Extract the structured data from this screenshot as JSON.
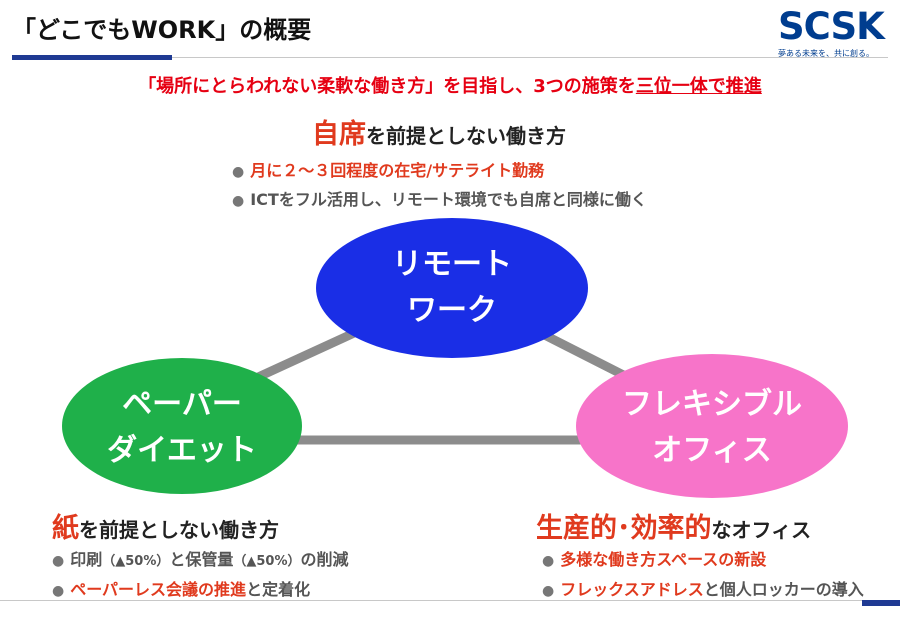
{
  "header": {
    "title": "「どこでもWORK」の概要",
    "logo_text": "SCSK",
    "logo_tagline": "夢ある未来を、共に創る。"
  },
  "headline": {
    "part1": "「場所にとらわれない柔軟な働き方」を目指し、3つの施策を",
    "part2": "三位一体で推進"
  },
  "sections": {
    "seat": {
      "title_big": "自席",
      "title_rest": "を前提としない働き方",
      "bullets": [
        {
          "text": "月に２～３回程度の在宅/サテライト勤務"
        },
        {
          "text": "ICTをフル活用し、リモート環境でも自席と同様に働く"
        }
      ]
    },
    "paper": {
      "title_big": "紙",
      "title_rest": "を前提としない働き方",
      "bullet1_a": "印刷",
      "bullet1_b": "（▲50%）",
      "bullet1_c": "と保管量",
      "bullet1_d": "（▲50%）",
      "bullet1_e": "の削減",
      "bullet2_red": "ペーパーレス会議の推進",
      "bullet2_rest": "と定着化"
    },
    "office": {
      "title_big": "生産的･効率的",
      "title_rest": "なオフィス",
      "bullet1": "多様な働き方スペースの新設",
      "bullet2_red": "フレックスアドレス",
      "bullet2_rest": "と個人ロッカーの導入"
    }
  },
  "nodes": {
    "remote": {
      "line1": "リモート",
      "line2": "ワーク",
      "color": "#1a2ee6"
    },
    "paper": {
      "line1": "ペーパー",
      "line2": "ダイエット",
      "color": "#1fb04a"
    },
    "office": {
      "line1": "フレキシブル",
      "line2": "オフィス",
      "color": "#f774c9"
    }
  },
  "colors": {
    "accent_red": "#e03a1e",
    "headline_red": "#e60012",
    "brand_blue": "#003d8f",
    "connector_gray": "#8c8c8c"
  }
}
